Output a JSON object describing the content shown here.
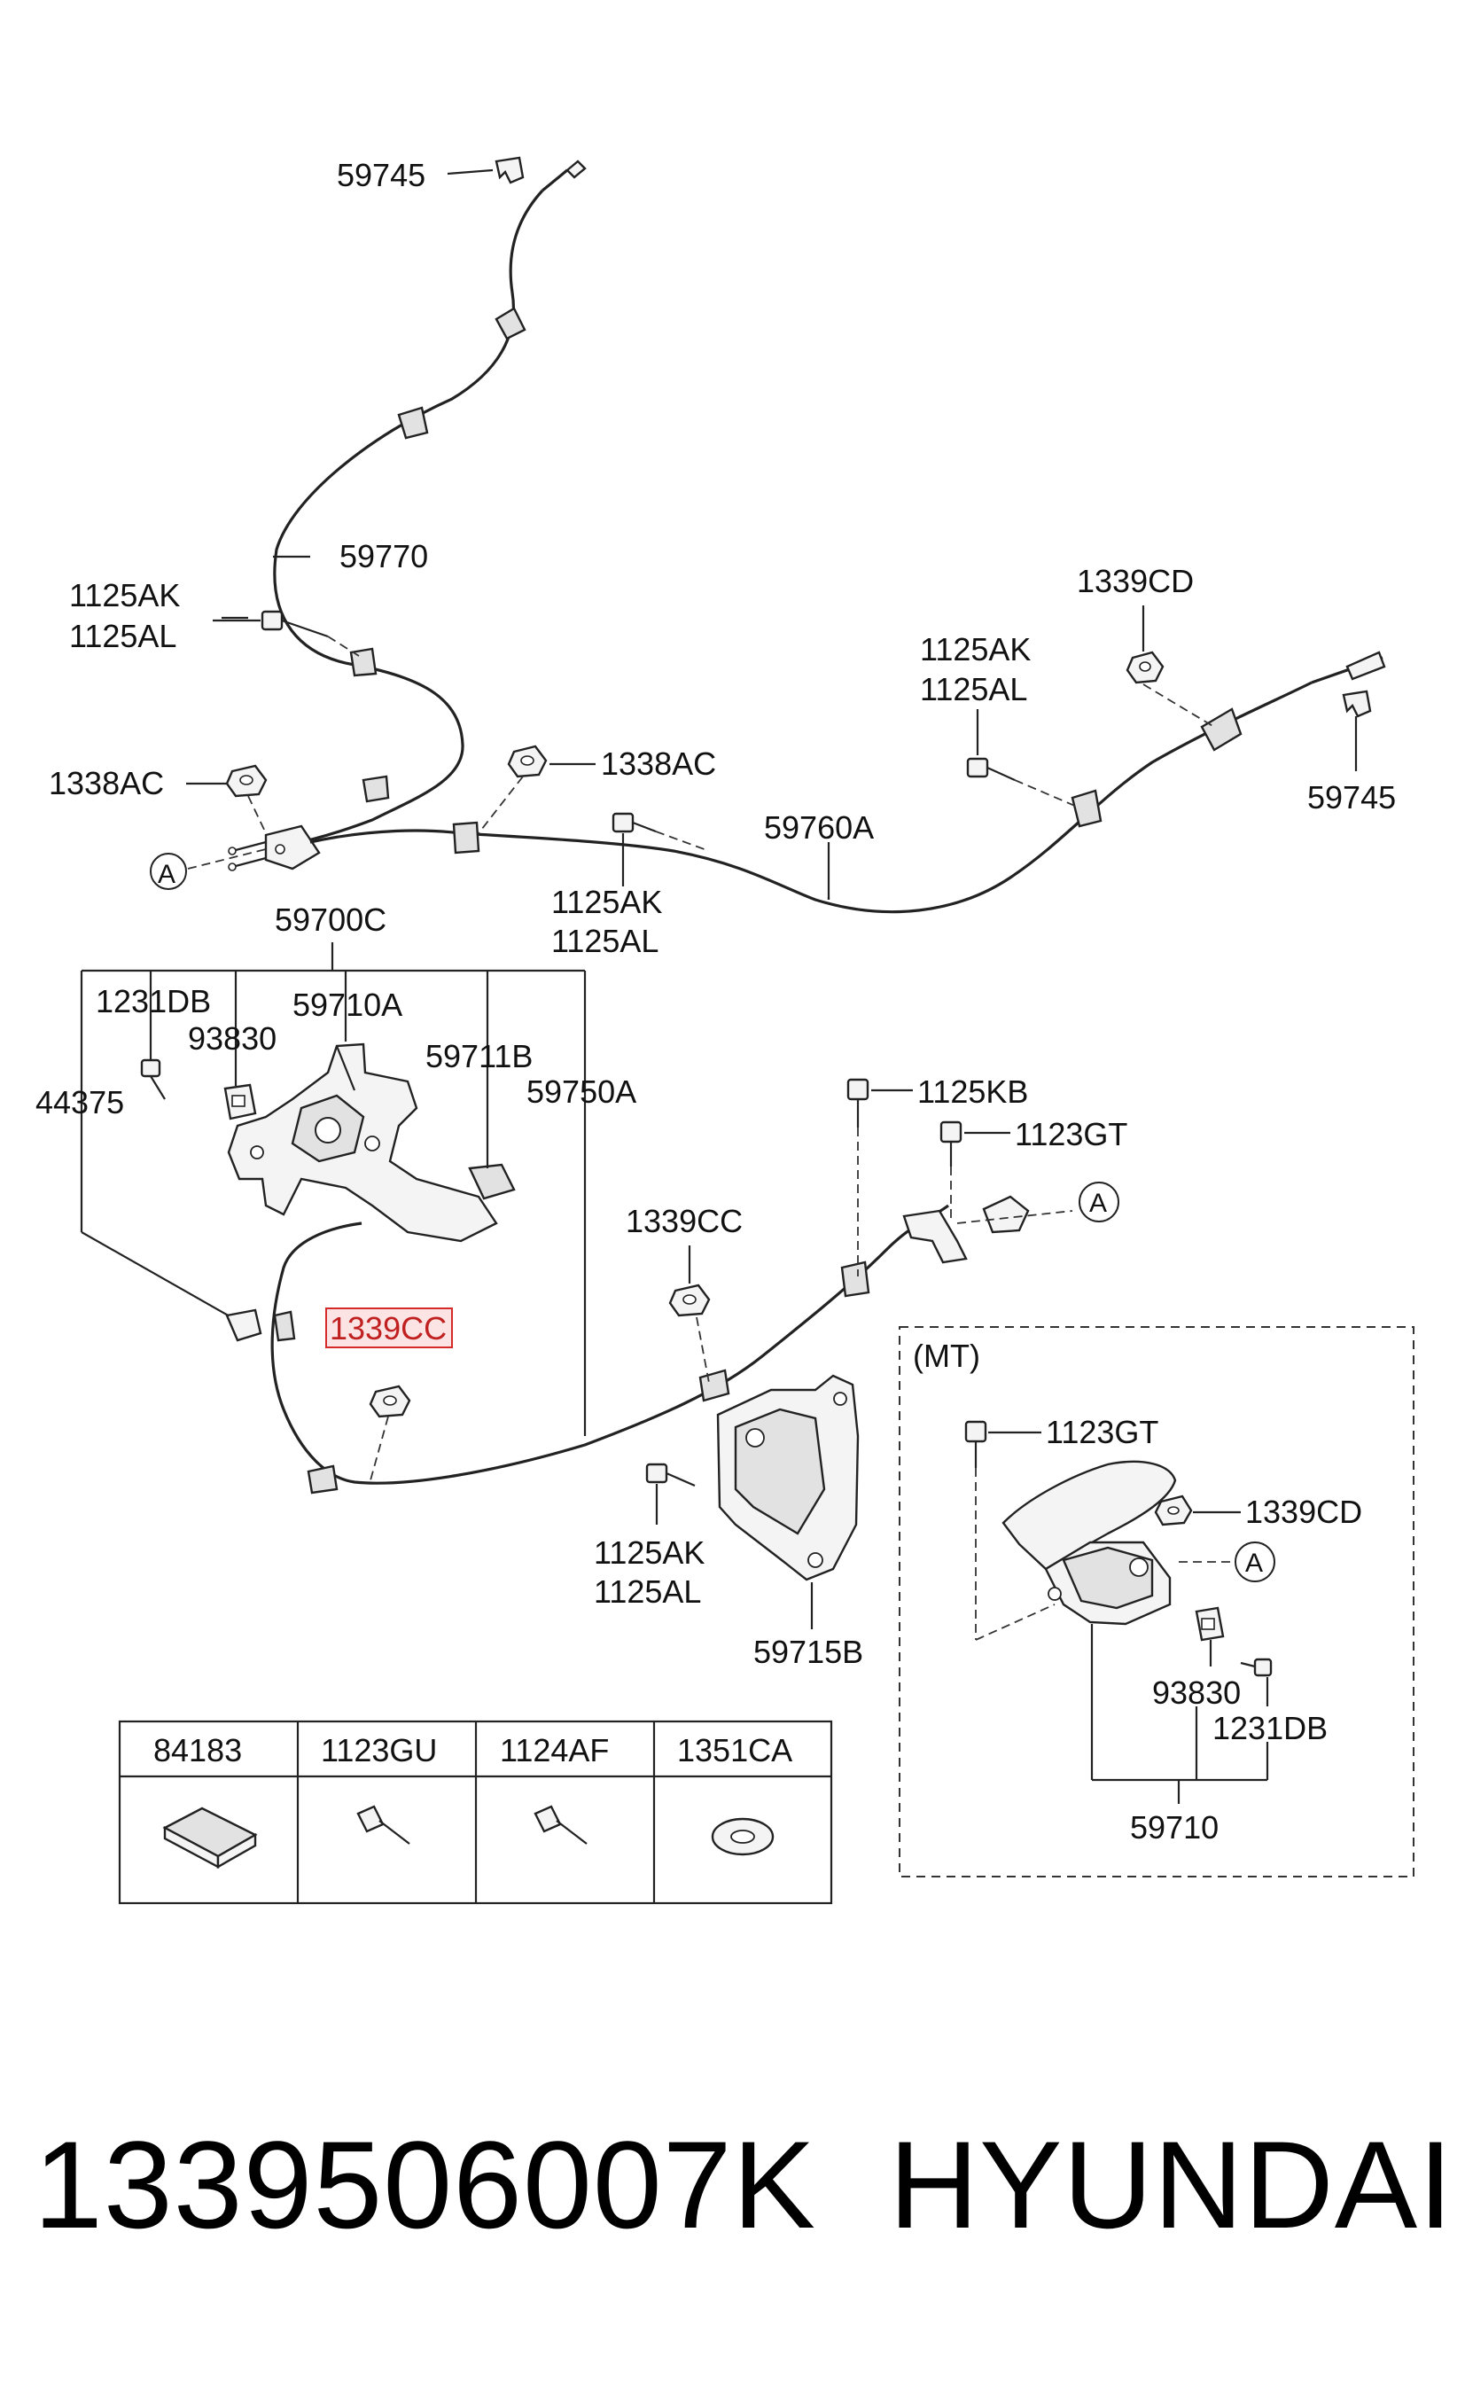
{
  "labels": {
    "p59745_top": "59745",
    "p59770": "59770",
    "p1125ak_left": "1125AK",
    "p1125al_left": "1125AL",
    "p1338ac_left": "1338AC",
    "p1338ac_mid": "1338AC",
    "p1125ak_mid": "1125AK",
    "p1125al_mid": "1125AL",
    "p59760a": "59760A",
    "p1125ak_right": "1125AK",
    "p1125al_right": "1125AL",
    "p1339cd_top": "1339CD",
    "p59745_right": "59745",
    "p59700c": "59700C",
    "p1231db_left": "1231DB",
    "p59710a": "59710A",
    "p93830_left": "93830",
    "p59711b": "59711B",
    "p44375": "44375",
    "p59750a": "59750A",
    "p1125kb": "1125KB",
    "p1123gt_top": "1123GT",
    "p1339cc_mid": "1339CC",
    "p1339cc_highlight": "1339CC",
    "p1125ak_bottom": "1125AK",
    "p1125al_bottom": "1125AL",
    "p59715b": "59715B",
    "mt_label": "(MT)",
    "p1123gt_mt": "1123GT",
    "p1339cd_mt": "1339CD",
    "p93830_mt": "93830",
    "p1231db_mt": "1231DB",
    "p59710": "59710",
    "ref_a_left": "A",
    "ref_a_right": "A",
    "ref_a_mt": "A"
  },
  "parts_table": {
    "headers": [
      "84183",
      "1123GU",
      "1124AF",
      "1351CA"
    ]
  },
  "footer": {
    "part_number": "1339506007K",
    "brand": "HYUNDAI"
  },
  "colors": {
    "highlight_border": "#d42a2a",
    "highlight_fill": "#fde4e4",
    "line": "#222222"
  }
}
